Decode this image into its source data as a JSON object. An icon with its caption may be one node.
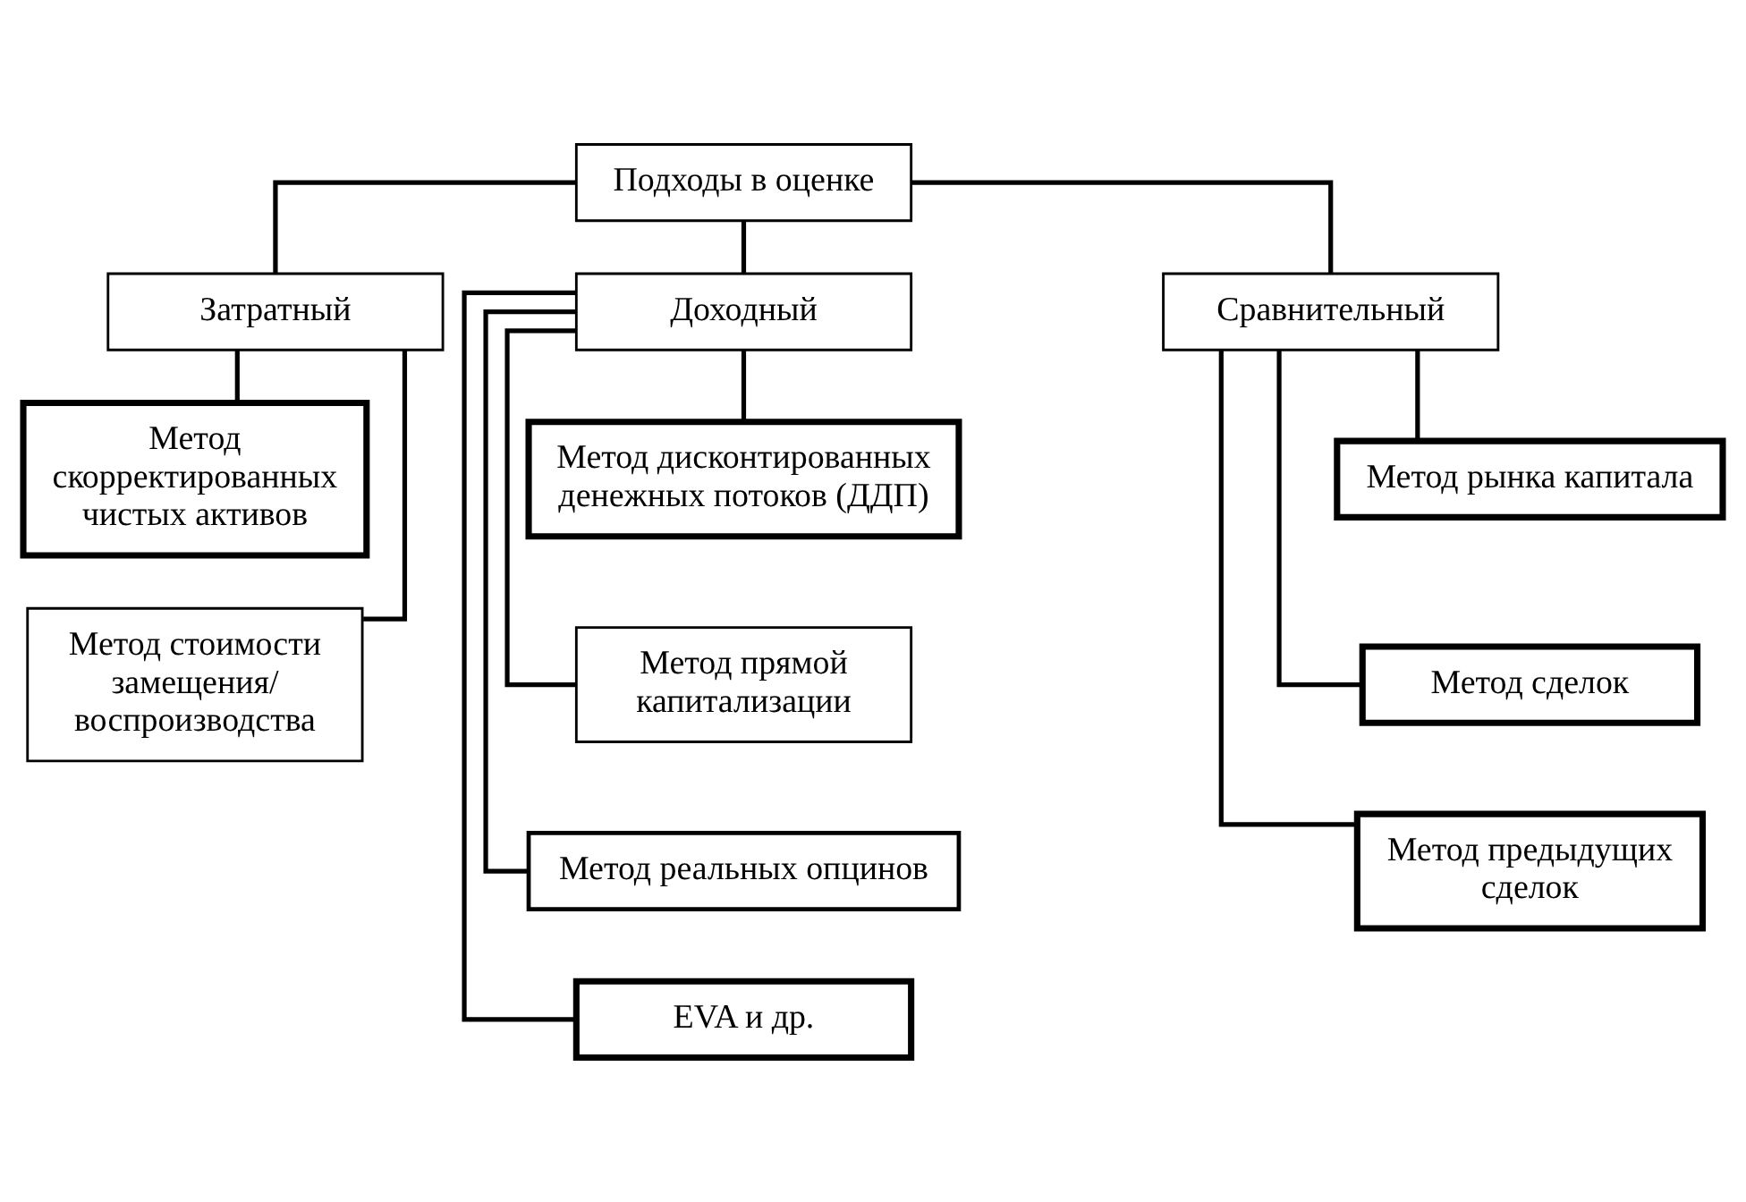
{
  "diagram": {
    "nodes": [
      {
        "text": [
          "Подходы в оценке"
        ]
      },
      {
        "text": [
          "Затратный"
        ]
      },
      {
        "text": [
          "Доходный"
        ]
      },
      {
        "text": [
          "Сравнительный"
        ]
      },
      {
        "text": [
          "Метод скорректированных чистых активов"
        ]
      },
      {
        "text": [
          "Метод стоимости замещения/ воспроизводства"
        ]
      },
      {
        "text": [
          "Метод дисконтированных денежных потоков (ДДП)"
        ]
      },
      {
        "text": [
          "Метод прямой капитализации"
        ]
      },
      {
        "text": [
          "Метод реальных опцинов"
        ]
      },
      {
        "text": [
          "EVA и др."
        ]
      },
      {
        "text": [
          "Метод рынка капитала"
        ]
      },
      {
        "text": [
          "Метод сделок"
        ]
      },
      {
        "text": [
          "Метод предыдущих сделок"
        ]
      }
    ],
    "edges": [
      {
        "from": 0,
        "to": 1,
        "arrow": "none"
      },
      {
        "from": 0,
        "to": 2,
        "arrow": "none"
      },
      {
        "from": 0,
        "to": 3,
        "arrow": "none"
      },
      {
        "from": 1,
        "to": 4,
        "arrow": "none"
      },
      {
        "from": 1,
        "to": 5,
        "arrow": "none"
      },
      {
        "from": 2,
        "to": 6,
        "arrow": "none"
      },
      {
        "from": 2,
        "to": 7,
        "arrow": "none"
      },
      {
        "from": 2,
        "to": 8,
        "arrow": "none"
      },
      {
        "from": 2,
        "to": 9,
        "arrow": "none"
      },
      {
        "from": 3,
        "to": 10,
        "arrow": "none"
      },
      {
        "from": 3,
        "to": 11,
        "arrow": "none"
      },
      {
        "from": 3,
        "to": 12,
        "arrow": "none"
      }
    ]
  }
}
